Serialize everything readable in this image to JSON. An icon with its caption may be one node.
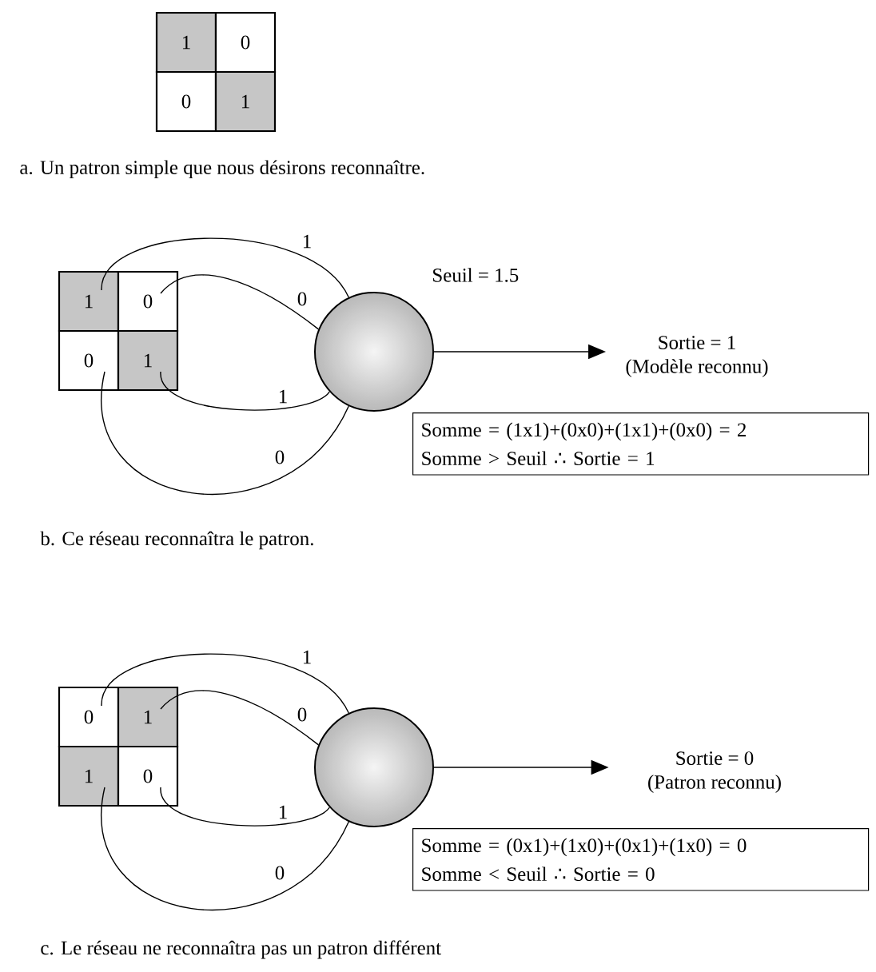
{
  "diagram": {
    "nodes": [
      {
        "text": [
          "1"
        ]
      },
      {
        "text": [
          "0"
        ]
      },
      {
        "text": [
          "0"
        ]
      },
      {
        "text": [
          "1"
        ]
      },
      {
        "text": [
          "1"
        ]
      },
      {
        "text": [
          "0"
        ]
      },
      {
        "text": [
          "0"
        ]
      },
      {
        "text": [
          "1"
        ]
      },
      {
        "text": [],
        "shape": "circle"
      },
      {
        "text": [
          "Sortie = 1",
          "(Modèle reconnu)"
        ]
      },
      {
        "text": [
          "Somme = (1x1)+(0x0)+(1x1)+(0x0) = 2",
          "Somme  > Seuil ∴ Sortie = 1"
        ]
      },
      {
        "text": [
          "0"
        ]
      },
      {
        "text": [
          "1"
        ]
      },
      {
        "text": [
          "1"
        ]
      },
      {
        "text": [
          "0"
        ]
      },
      {
        "text": [],
        "shape": "circle"
      },
      {
        "text": [
          "Sortie = 0",
          "(Patron reconnu)"
        ]
      },
      {
        "text": [
          "Somme = (0x1)+(1x0)+(0x1)+(1x0) = 0",
          "Somme < Seuil ∴ Sortie = 0"
        ]
      }
    ],
    "edges": [
      {
        "from": 4,
        "to": 8,
        "arrow": "none",
        "label": "1"
      },
      {
        "from": 5,
        "to": 8,
        "arrow": "none",
        "label": "0"
      },
      {
        "from": 7,
        "to": 8,
        "arrow": "none",
        "label": "1"
      },
      {
        "from": 6,
        "to": 8,
        "arrow": "none",
        "label": "0"
      },
      {
        "from": 8,
        "to": 9,
        "arrow": "to"
      },
      {
        "from": 11,
        "to": 15,
        "arrow": "none",
        "label": "1"
      },
      {
        "from": 12,
        "to": 15,
        "arrow": "none",
        "label": "0"
      },
      {
        "from": 14,
        "to": 15,
        "arrow": "none",
        "label": "1"
      },
      {
        "from": 13,
        "to": 15,
        "arrow": "none",
        "label": "0"
      },
      {
        "from": 15,
        "to": 16,
        "arrow": "to"
      }
    ],
    "labels": [
      "a. Un patron simple que nous désirons reconnaître.",
      "Seuil = 1.5",
      "b. Ce réseau reconnaîtra le patron.",
      "c. Le réseau ne reconnaîtra pas un patron différent"
    ]
  }
}
